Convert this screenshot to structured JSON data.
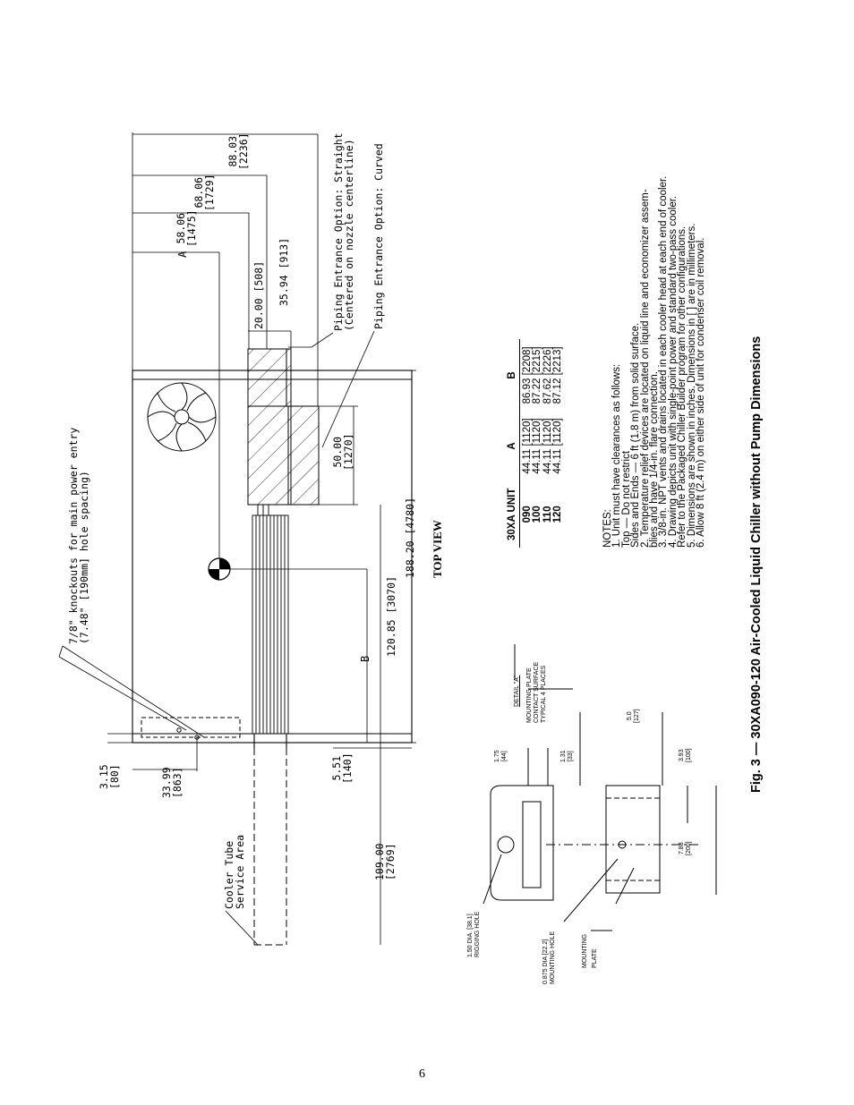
{
  "figure": {
    "caption": "Fig. 3 — 30XA090-120 Air-Cooled Liquid Chiller without Pump Dimensions",
    "view_title": "TOP VIEW",
    "page_number": "6"
  },
  "top_view": {
    "knockout_note_line1": "7/8\" knockouts for main power entry",
    "knockout_note_line2": "(7.48\" [190mm] hole spacing)",
    "cooler_tube_line1": "Cooler Tube",
    "cooler_tube_line2": "Service Area",
    "piping_straight_line1": "Piping Entrance Option: Straight",
    "piping_straight_line2": "(Centered on nozzle centerline)",
    "piping_curved": "Piping Entrance Option: Curved",
    "label_a": "A",
    "label_b": "B",
    "dims": {
      "d_88_03": "88.03",
      "d_88_03_mm": "[2236]",
      "d_68_06": "68.06",
      "d_68_06_mm": "[1729]",
      "d_58_06": "58.06",
      "d_58_06_mm": "[1475]",
      "d_35_94": "35.94 [913]",
      "d_20_00": "20.00 [508]",
      "d_50_00": "50.00",
      "d_50_00_mm": "[1270]",
      "d_188_20": "188.20 [4780]",
      "d_120_85": "120.85 [3070]",
      "d_109_00": "109.00",
      "d_109_00_mm": "[2769]",
      "d_3_15": "3.15",
      "d_3_15_mm": "[80]",
      "d_33_99": "33.99",
      "d_33_99_mm": "[863]",
      "d_5_51": "5.51",
      "d_5_51_mm": "[140]"
    }
  },
  "detail_a": {
    "title": "DETAIL \"A\"",
    "mounting_plate_note_1": "MOUNTING PLATE",
    "mounting_plate_note_2": "CONTACT SURFACE",
    "mounting_plate_note_3": "TYPICAL 4 PLACES",
    "rigging_hole_1": "1.50 DIA. [38.1]",
    "rigging_hole_2": "RIGGING HOLE",
    "mounting_hole_1": "0.875 DIA [22.2]",
    "mounting_hole_2": "MOUNTING HOLE",
    "mounting_plate_1": "MOUNTING",
    "mounting_plate_2": "PLATE",
    "d_1_75": "1.75",
    "d_1_75_mm": "[44]",
    "d_1_31": "1.31",
    "d_1_31_mm": "[33]",
    "d_5_0": "5.0",
    "d_5_0_mm": "[127]",
    "d_3_93": "3.93",
    "d_3_93_mm": "[100]",
    "d_7_88": "7.88",
    "d_7_88_mm": "[200]"
  },
  "dimension_table": {
    "headers": [
      "30XA UNIT",
      "A",
      "B"
    ],
    "rows": [
      [
        "090",
        "44.11 [1120]",
        "86.93 [2208]"
      ],
      [
        "100",
        "44.11 [1120]",
        "87.22 [2215]"
      ],
      [
        "110",
        "44.11 [1120]",
        "87.62 [2226]"
      ],
      [
        "120",
        "44.11 [1120]",
        "87.12 [2213]"
      ]
    ]
  },
  "notes": {
    "heading": "NOTES:",
    "lines": [
      "1.  Unit must have clearances as follows:",
      "     Top — Do not restrict",
      "     Sides and Ends — 6 ft (1.8 m) from solid surface.",
      "2.  Temperature relief devices are located on liquid line and economizer assem-",
      "     blies and have 1/4-in. flare connection.",
      "3.  3/8-in. NPT vents and drains located in each cooler head at each end of cooler.",
      "4.  Drawing depicts unit with single-point power and standard two-pass cooler.",
      "     Refer to the Packaged Chiller Builder program for other configurations.",
      "5.  Dimensions are shown in inches. Dimensions in [ ] are in millimeters.",
      "6.  Allow 8 ft (2.4 m) on either side of unit for condenser coil removal."
    ]
  }
}
